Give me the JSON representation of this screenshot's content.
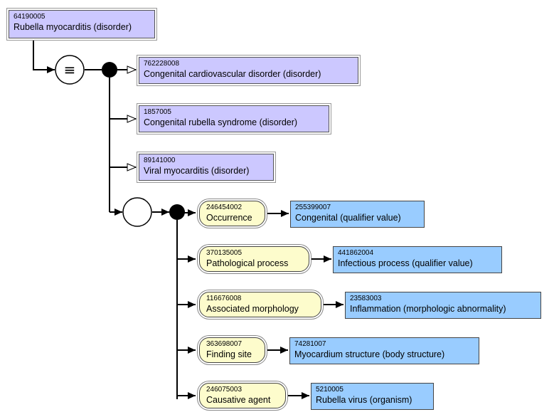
{
  "focus": {
    "id": "64190005",
    "term": "Rubella myocarditis (disorder)"
  },
  "definition_status_symbol": "≡",
  "parents": [
    {
      "id": "762228008",
      "term": "Congenital cardiovascular disorder (disorder)"
    },
    {
      "id": "1857005",
      "term": "Congenital rubella syndrome (disorder)"
    },
    {
      "id": "89141000",
      "term": "Viral myocarditis (disorder)"
    }
  ],
  "attributes": [
    {
      "attr_id": "246454002",
      "attr_term": "Occurrence",
      "value_id": "255399007",
      "value_term": "Congenital (qualifier value)"
    },
    {
      "attr_id": "370135005",
      "attr_term": "Pathological process",
      "value_id": "441862004",
      "value_term": "Infectious process (qualifier value)"
    },
    {
      "attr_id": "116676008",
      "attr_term": "Associated morphology",
      "value_id": "23583003",
      "value_term": "Inflammation (morphologic abnormality)"
    },
    {
      "attr_id": "363698007",
      "attr_term": "Finding site",
      "value_id": "74281007",
      "value_term": "Myocardium structure (body structure)"
    },
    {
      "attr_id": "246075003",
      "attr_term": "Causative agent",
      "value_id": "5210005",
      "value_term": "Rubella virus (organism)"
    }
  ],
  "colors": {
    "primitive_fill": "#ccc8ff",
    "value_fill": "#99ccff",
    "attribute_fill": "#fdfccc"
  }
}
